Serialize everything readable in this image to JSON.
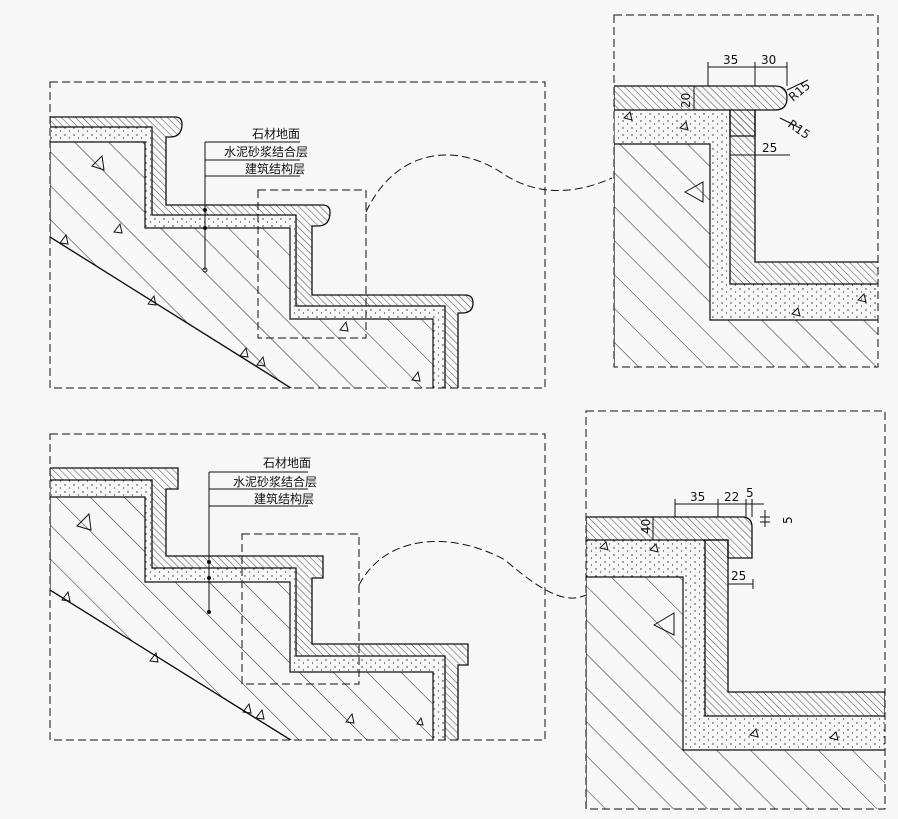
{
  "labels": {
    "stone": "石材地面",
    "mortar": "水泥砂浆结合层",
    "structure": "建筑结构层"
  },
  "detail_top": {
    "dim_a": "35",
    "dim_b": "30",
    "dim_thk": "20",
    "radius_1": "R15",
    "radius_2": "R15",
    "dim_face": "25"
  },
  "detail_bottom": {
    "dim_a": "35",
    "dim_b": "22",
    "dim_c": "5",
    "dim_side": "5",
    "dim_thk": "40",
    "dim_face": "25"
  }
}
